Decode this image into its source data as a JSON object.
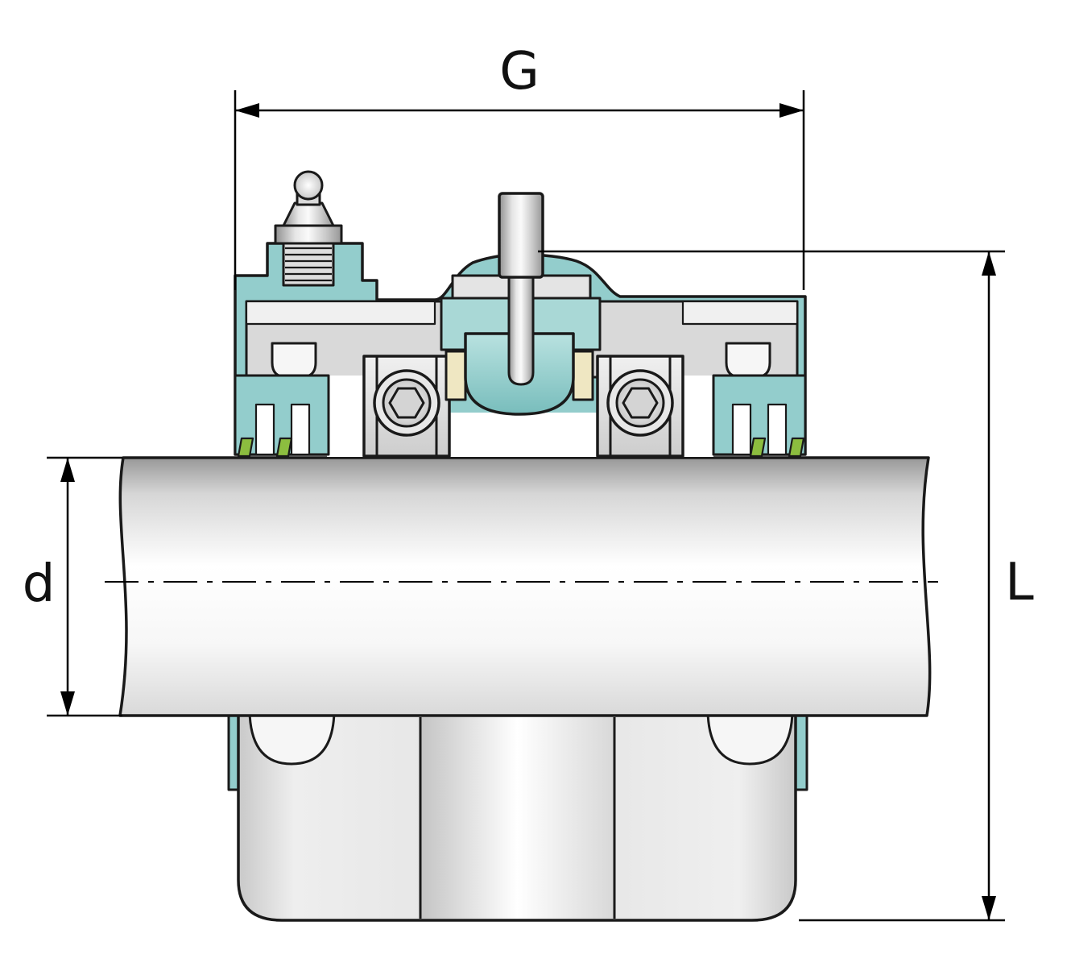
{
  "diagram": {
    "dimensions": {
      "width_label": "G",
      "bore_label": "d",
      "length_label": "L"
    },
    "colors": {
      "housing_teal": "#93cdcc",
      "housing_teal_light": "#a9d8d6",
      "seal_green": "#8cbd3f",
      "brass_cream": "#efe7c2",
      "metal_light": "#dcdcdc",
      "joint_light": "#f0f0f0",
      "notch_white": "#f6f6f6",
      "outline": "#1a1a1a",
      "dimension": "#000000"
    }
  }
}
